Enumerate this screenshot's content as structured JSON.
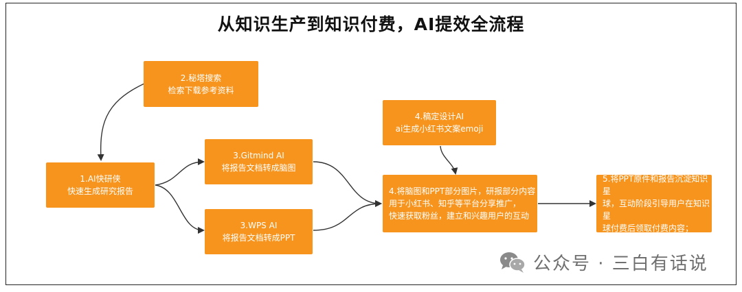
{
  "title": "从知识生产到知识付费，AI提效全流程",
  "nodes": {
    "n1": {
      "line1": "1.AI快研侠",
      "line2": "快速生成研究报告"
    },
    "n2": {
      "line1": "2.秘塔搜索",
      "line2": "检索下载参考资料"
    },
    "n3a": {
      "line1": "3.Gitmind AI",
      "line2": "将报告文档转成脑图"
    },
    "n3b": {
      "line1": "3.WPS AI",
      "line2": "将报告文档转成PPT"
    },
    "n4a": {
      "line1": "4.稿定设计AI",
      "line2": "ai生成小红书文案emoji"
    },
    "n4b": {
      "line1": "4.将脑图和PPT部分图片，研报部分内容",
      "line2": "用于小红书、知乎等平台分享推广，",
      "line3": "快速获取粉丝，建立和兴趣用户的互动"
    },
    "n5": {
      "line1": "5.将PPT原件和报告沉淀知识星",
      "line2": "球，互动阶段引导用户在知识星",
      "line3": "球付费后领取付费内容；"
    }
  },
  "watermark": "公众号 · 三白有话说",
  "colors": {
    "box": "#f7941d",
    "arrow": "#333333",
    "watermark": "#6f6f6f"
  }
}
